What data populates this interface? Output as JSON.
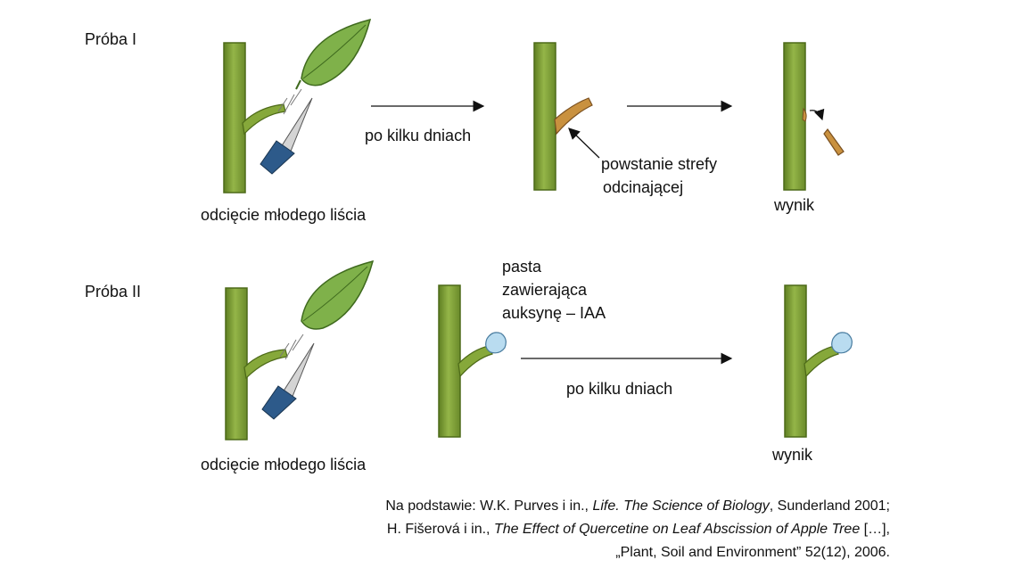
{
  "trial1": {
    "label": "Próba I",
    "cut_caption": "odcięcie młodego liścia",
    "arrow1_caption": "po kilku dniach",
    "zone_caption_l1": "powstanie strefy",
    "zone_caption_l2": "odcinającej",
    "result_caption": "wynik"
  },
  "trial2": {
    "label": "Próba II",
    "cut_caption": "odcięcie młodego liścia",
    "paste_l1": "pasta",
    "paste_l2": "zawierająca",
    "paste_l3": "auksynę – IAA",
    "arrow_caption": "po kilku dniach",
    "result_caption": "wynik"
  },
  "source": {
    "l1_a": "Na podstawie: W.K. Purves i in., ",
    "l1_b": "Life. The Science of Biology",
    "l1_c": ", Sunderland 2001;",
    "l2_a": "H. Fišerová i in., ",
    "l2_b": "The Effect of Quercetine on Leaf Abscission of Apple Tree",
    "l2_c": " […],",
    "l3": "„Plant, Soil and Environment” 52(12), 2006."
  },
  "colors": {
    "stem": "#86a83a",
    "stem_dark": "#5b7a1f",
    "leaf": "#7fb14a",
    "petiole_cut": "#c9913f",
    "paste": "#b9dcf0",
    "knife_blade": "#c8c8c8",
    "knife_handle": "#2d5a8a"
  }
}
